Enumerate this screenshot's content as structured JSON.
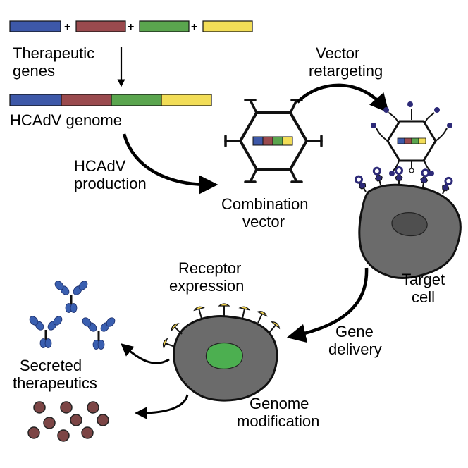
{
  "colors": {
    "blue": "#3d58a8",
    "red": "#9a4a4e",
    "green": "#5aa54e",
    "yellow": "#f2dd57",
    "cell_fill": "#6b6b6b",
    "nucleus": "#4f4f4f",
    "modified_nucleus": "#4caf50",
    "antibody": "#3a5fb0",
    "protein_dot": "#7c4545",
    "receptor_yellow": "#f2d24b",
    "receptor_purple": "#2d2a78"
  },
  "genes": {
    "plus_sign": "+",
    "label_line1": "Therapeutic",
    "label_line2": "genes"
  },
  "genome": {
    "label": "HCAdV genome"
  },
  "production": {
    "line1": "HCAdV",
    "line2": "production"
  },
  "vector": {
    "line1": "Combination",
    "line2": "vector"
  },
  "retargeting": {
    "line1": "Vector",
    "line2": "retargeting"
  },
  "target_cell": {
    "line1": "Target",
    "line2": "cell"
  },
  "gene_delivery": {
    "line1": "Gene",
    "line2": "delivery"
  },
  "receptor": {
    "line1": "Receptor",
    "line2": "expression"
  },
  "secreted": {
    "line1": "Secreted",
    "line2": "therapeutics"
  },
  "genome_mod": {
    "line1": "Genome",
    "line2": "modification"
  }
}
